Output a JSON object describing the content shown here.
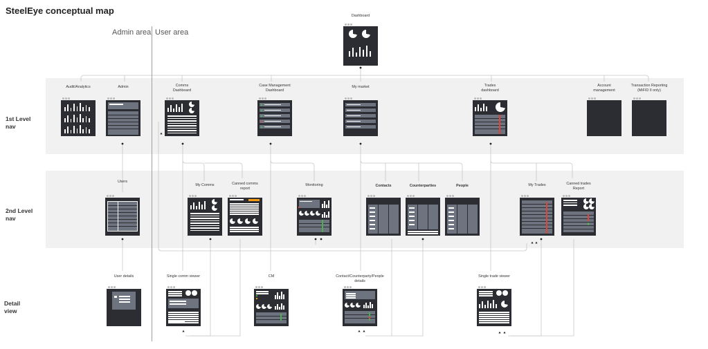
{
  "title": "SteelEye conceptual map",
  "areas": {
    "admin": "Admin area",
    "user": "User area"
  },
  "rows": {
    "first_level": [
      "1st Level",
      "nav"
    ],
    "second_level": [
      "2nd Level",
      "nav"
    ],
    "detail": [
      "Detail",
      "view"
    ]
  },
  "screens": {
    "dashboard": [
      "Dashboard"
    ],
    "audit": [
      "Audit/Analytics"
    ],
    "admin": [
      "Admin"
    ],
    "comms_dashboard": [
      "Comms",
      "Dashboard"
    ],
    "case_management": [
      "Case Management",
      "Dashboard"
    ],
    "my_market": [
      "My market"
    ],
    "trades_dashboard": [
      "Trades",
      "dashboard"
    ],
    "account_management": [
      "Account",
      "management"
    ],
    "transaction_reporting": [
      "Transaction Reporting",
      "(MiFID II only)"
    ],
    "users": [
      "Users"
    ],
    "my_comms": [
      "My Comms"
    ],
    "canned_comms": [
      "Canned comms",
      "report"
    ],
    "monitoring": [
      "Monitoring"
    ],
    "contacts": [
      "Contacts"
    ],
    "counterparties": [
      "Counterparties"
    ],
    "people": [
      "People"
    ],
    "my_trades": [
      "My Trades"
    ],
    "canned_trades": [
      "Canned trades",
      "Report"
    ],
    "user_details": [
      "User details"
    ],
    "single_comm": [
      "Single comm viewer"
    ],
    "cm": [
      "CM"
    ],
    "ccp_details": [
      "Contact/Counterparty/People details"
    ],
    "single_trade": [
      "Single trade viewer"
    ]
  },
  "colors": {
    "screen": "#2b2d33",
    "table": "#6d7480",
    "accent_red": "#e0453a",
    "accent_green": "#4caf50",
    "accent_orange": "#f39c12",
    "line": "#c8c8c8",
    "band": "#f1f1f1"
  }
}
